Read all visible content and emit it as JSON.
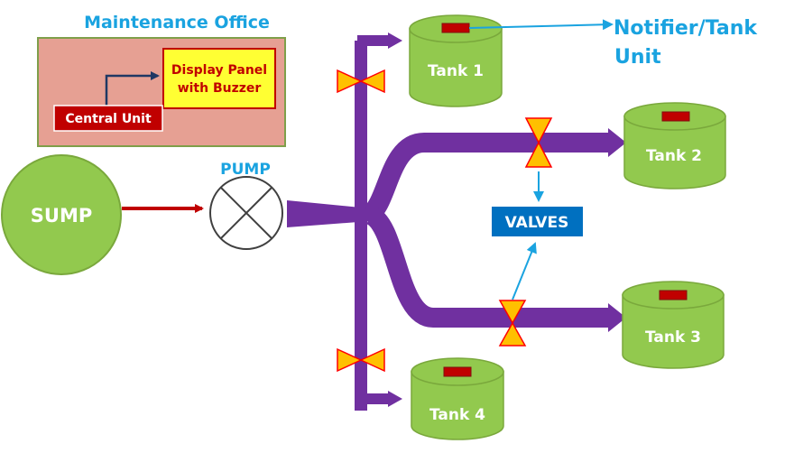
{
  "office": {
    "title": "Maintenance Office",
    "display_panel_line1": "Display Panel",
    "display_panel_line2": "with Buzzer",
    "central_unit": "Central Unit"
  },
  "sump": {
    "label": "SUMP"
  },
  "pump": {
    "label": "PUMP"
  },
  "tanks": [
    {
      "label": "Tank 1"
    },
    {
      "label": "Tank 2"
    },
    {
      "label": "Tank 3"
    },
    {
      "label": "Tank 4"
    }
  ],
  "notifier": {
    "line1": "Notifier/Tank",
    "line2": "Unit"
  },
  "valves": {
    "label": "VALVES"
  },
  "colors": {
    "office_fill": "#e6a093",
    "office_border": "#7f9f4a",
    "title_blue": "#1aa3e0",
    "central_unit": "#c00000",
    "display_panel": "#ffff33",
    "display_panel_text": "#c00000",
    "green": "#92c94e",
    "green_dark": "#7aa83c",
    "pipe": "#7030a0",
    "valve_orange": "#ffc000",
    "valve_red": "#ff0000",
    "arrow_red": "#c00000",
    "notifier_blue": "#1aa3e0",
    "valves_box": "#0070c0"
  }
}
